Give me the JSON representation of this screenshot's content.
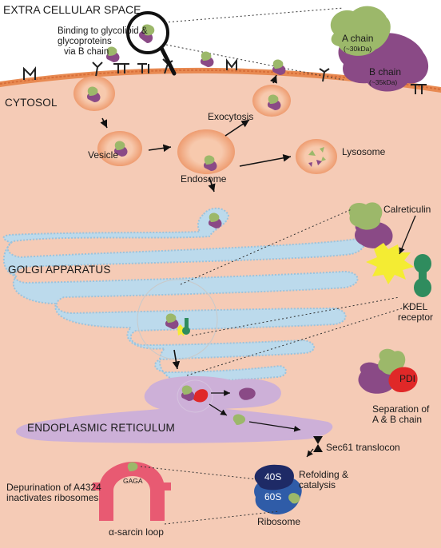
{
  "regions": {
    "extracellular": "EXTRA CELLULAR SPACE",
    "cytosol": "CYTOSOL",
    "golgi": "GOLGI APPARATUS",
    "er": "ENDOPLASMIC RETICULUM"
  },
  "binding_note": [
    "Binding to glycolipid &",
    "glycoproteins",
    "via B chain"
  ],
  "toxin": {
    "a_chain": "A chain",
    "a_size": "(~30kDa)",
    "b_chain": "B chain",
    "b_size": "(~35kDa)"
  },
  "trafficking": {
    "vesicle": "Vesicle",
    "endosome": "Endosome",
    "exocytosis": "Exocytosis",
    "lysosome": "Lysosome"
  },
  "golgi_detail": {
    "calreticulin": "Calreticulin",
    "kdel": [
      "KDEL",
      "receptor"
    ]
  },
  "er_detail": {
    "pdi": "PDI",
    "separation": [
      "Separation of",
      "A & B chain"
    ],
    "translocon": "Sec61 translocon"
  },
  "ribosome": {
    "small": "40S",
    "large": "60S",
    "label": "Ribosome",
    "refolding": [
      "Refolding &",
      "catalysis"
    ]
  },
  "depurination": {
    "note": [
      "Depurination of A4324",
      "inactivates ribosomes"
    ],
    "loop_seq": "GAGA",
    "loop_label": "α-sarcin loop"
  },
  "colors": {
    "cytosol": "#f5cbb6",
    "membrane": "#e88a52",
    "golgi": "#bcdaec",
    "er": "#cdb0d8",
    "a_chain": "#9cb86a",
    "b_chain": "#8a4a86",
    "pdi": "#e02828",
    "calreticulin": "#f4ec33",
    "kdel": "#2f8c5e",
    "ribosome_40s": "#1e2a66",
    "ribosome_60s": "#2f5ca8",
    "sarcin_loop": "#e85a72"
  }
}
